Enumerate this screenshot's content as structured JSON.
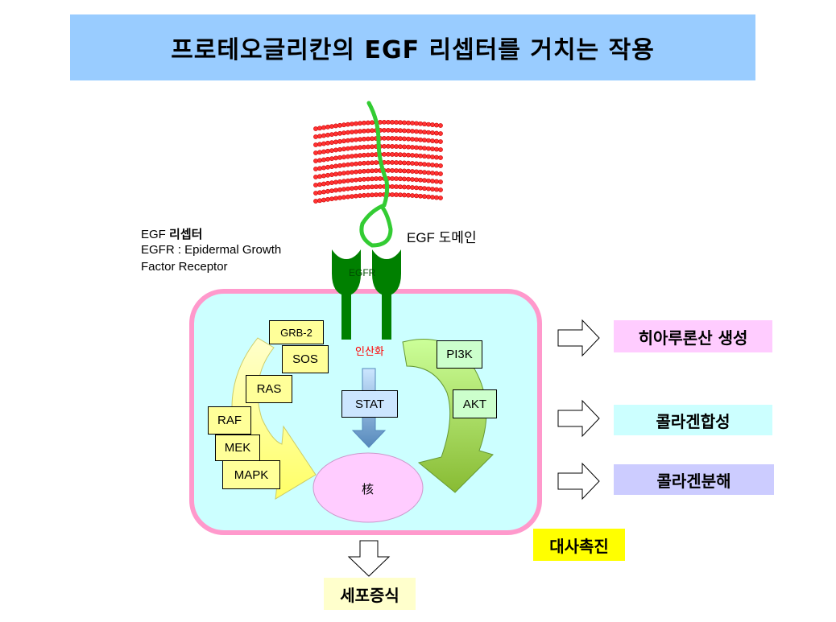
{
  "title": "프로테오글리칸의 EGF 리셉터를 거치는 작용",
  "receptor_label": {
    "line1_prefix": "EGF",
    "line1_bold": "리셉터",
    "line2": "EGFR : Epidermal Growth",
    "line3": "Factor Receptor"
  },
  "egf_domain_label": "EGF 도메인",
  "egfr_text": "EGFR",
  "phosphorylation_label": "인산화",
  "nucleus_label": "核",
  "left_pathway": [
    "GRB-2",
    "SOS",
    "RAS",
    "RAF",
    "MEK",
    "MAPK"
  ],
  "center_pathway": "STAT",
  "right_pathway": [
    "PI3K",
    "AKT"
  ],
  "outputs": [
    {
      "label": "히아루론산 생성",
      "color": "#ffccff"
    },
    {
      "label": "콜라겐합성",
      "color": "#ccffff"
    },
    {
      "label": "콜라겐분해",
      "color": "#ccccff"
    }
  ],
  "metabolism_label": "대사촉진",
  "metabolism_color": "#ffff00",
  "proliferation_label": "세포증식",
  "proliferation_color": "#ffffcc",
  "colors": {
    "title_bg": "#99ccff",
    "cell_border": "#ff99cc",
    "cell_fill": "#ccffff",
    "receptor": "#008000",
    "chain": "#ff3333",
    "core_strand": "#33cc33",
    "nucleus": "#ffccff"
  }
}
